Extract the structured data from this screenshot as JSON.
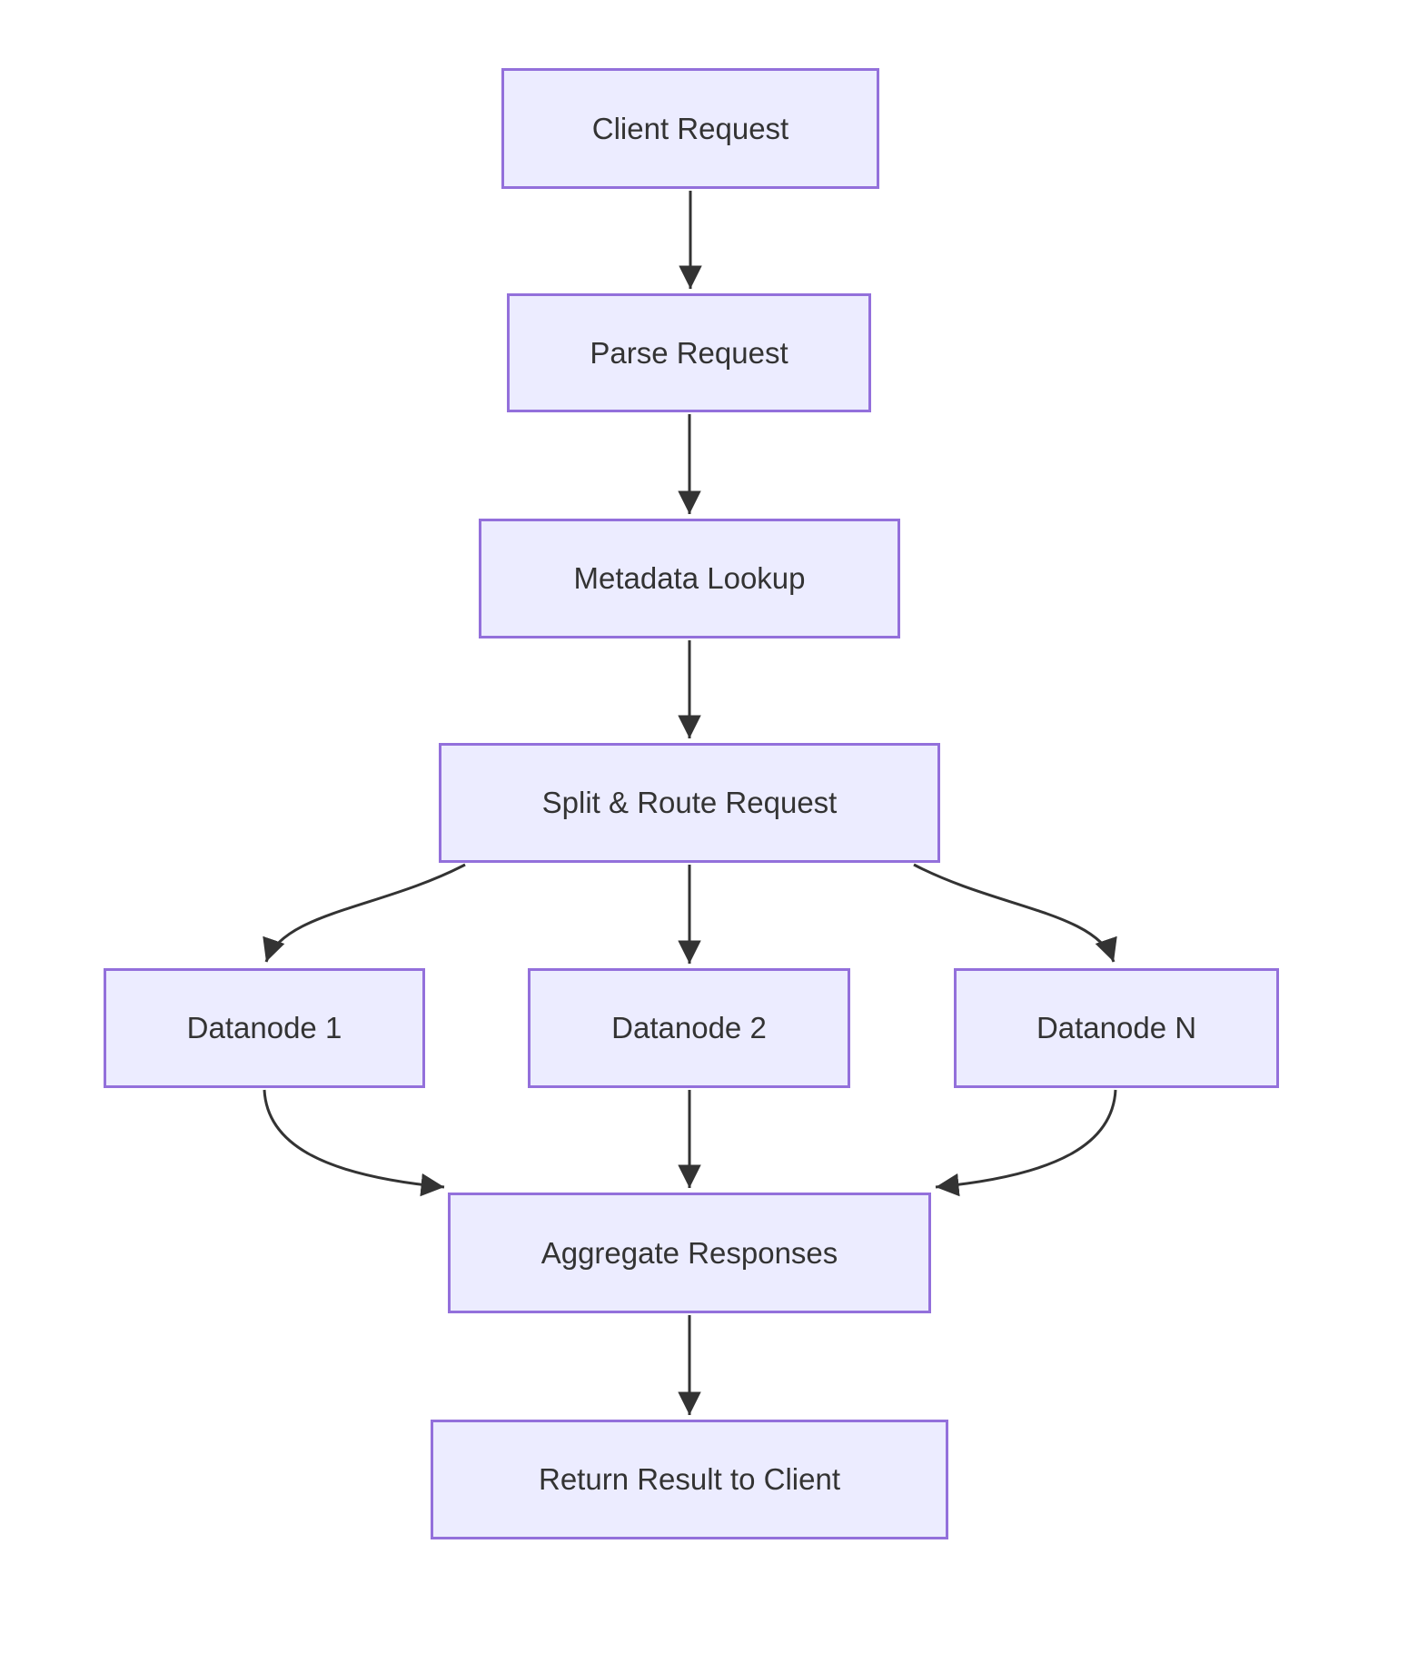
{
  "diagram": {
    "kind": "flowchart",
    "direction": "top-down",
    "colors": {
      "node_fill": "#ECECFF",
      "node_border": "#9370DB",
      "text": "#333333",
      "edge": "#333333",
      "background": "#FFFFFF"
    },
    "nodes": [
      {
        "id": "client",
        "label": "Client Request"
      },
      {
        "id": "parse",
        "label": "Parse Request"
      },
      {
        "id": "metadata",
        "label": "Metadata Lookup"
      },
      {
        "id": "split",
        "label": "Split & Route Request"
      },
      {
        "id": "dn1",
        "label": "Datanode 1"
      },
      {
        "id": "dn2",
        "label": "Datanode 2"
      },
      {
        "id": "dnN",
        "label": "Datanode N"
      },
      {
        "id": "aggregate",
        "label": "Aggregate Responses"
      },
      {
        "id": "return",
        "label": "Return Result to Client"
      }
    ],
    "edges": [
      {
        "from": "client",
        "to": "parse"
      },
      {
        "from": "parse",
        "to": "metadata"
      },
      {
        "from": "metadata",
        "to": "split"
      },
      {
        "from": "split",
        "to": "dn1"
      },
      {
        "from": "split",
        "to": "dn2"
      },
      {
        "from": "split",
        "to": "dnN"
      },
      {
        "from": "dn1",
        "to": "aggregate"
      },
      {
        "from": "dn2",
        "to": "aggregate"
      },
      {
        "from": "dnN",
        "to": "aggregate"
      },
      {
        "from": "aggregate",
        "to": "return"
      }
    ]
  }
}
